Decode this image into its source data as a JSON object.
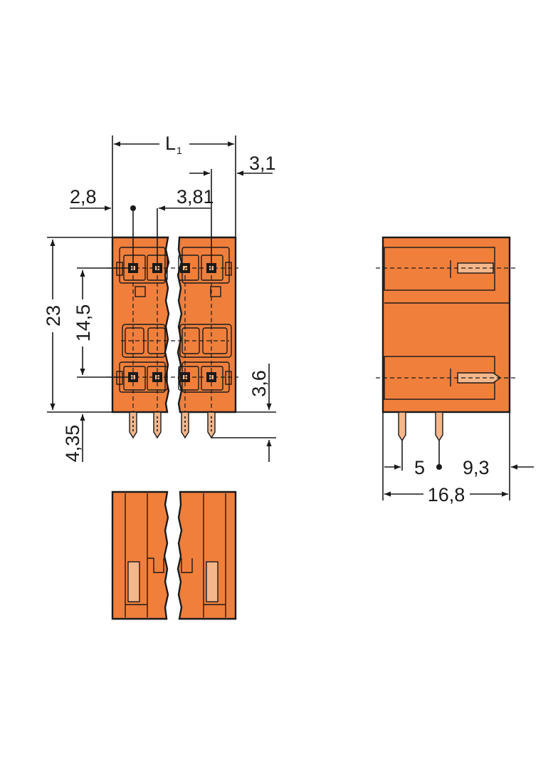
{
  "colors": {
    "housing": "#f07f3c",
    "pin": "#f4b78c",
    "line": "#1a1a1a"
  },
  "dimensions": {
    "L": "L",
    "L_sub": "1",
    "d_3_1": "3,1",
    "d_2_8": "2,8",
    "d_3_81": "3,81",
    "d_23": "23",
    "d_14_5": "14,5",
    "d_3_6": "3,6",
    "d_4_35": "4,35",
    "d_5": "5",
    "d_9_3": "9,3",
    "d_16_8": "16,8"
  }
}
